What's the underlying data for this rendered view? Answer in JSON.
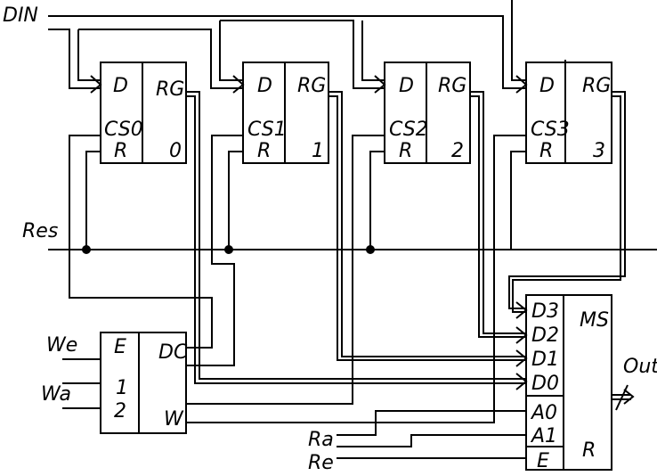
{
  "diagram": {
    "type": "logic-schematic",
    "inputs": {
      "din": "DIN",
      "res": "Res",
      "we": "We",
      "wa": "Wa",
      "ra": "Ra",
      "re": "Re"
    },
    "outputs": {
      "out": "Out"
    },
    "registers": [
      {
        "id": "RG0",
        "d": "D",
        "cs": "CS0",
        "r": "R",
        "title": "RG",
        "index": "0"
      },
      {
        "id": "RG1",
        "d": "D",
        "cs": "CS1",
        "r": "R",
        "title": "RG",
        "index": "1"
      },
      {
        "id": "RG2",
        "d": "D",
        "cs": "CS2",
        "r": "R",
        "title": "RG",
        "index": "2"
      },
      {
        "id": "RG3",
        "d": "D",
        "cs": "CS3",
        "r": "R",
        "title": "RG",
        "index": "3"
      }
    ],
    "decoder": {
      "title": "DC",
      "inputs": [
        "E",
        "1",
        "2"
      ],
      "output": "W"
    },
    "multiplexer": {
      "title": "MS",
      "data_inputs": [
        "D3",
        "D2",
        "D1",
        "D0"
      ],
      "address_inputs": [
        "A0",
        "A1"
      ],
      "enable": "E",
      "output": "R"
    }
  }
}
